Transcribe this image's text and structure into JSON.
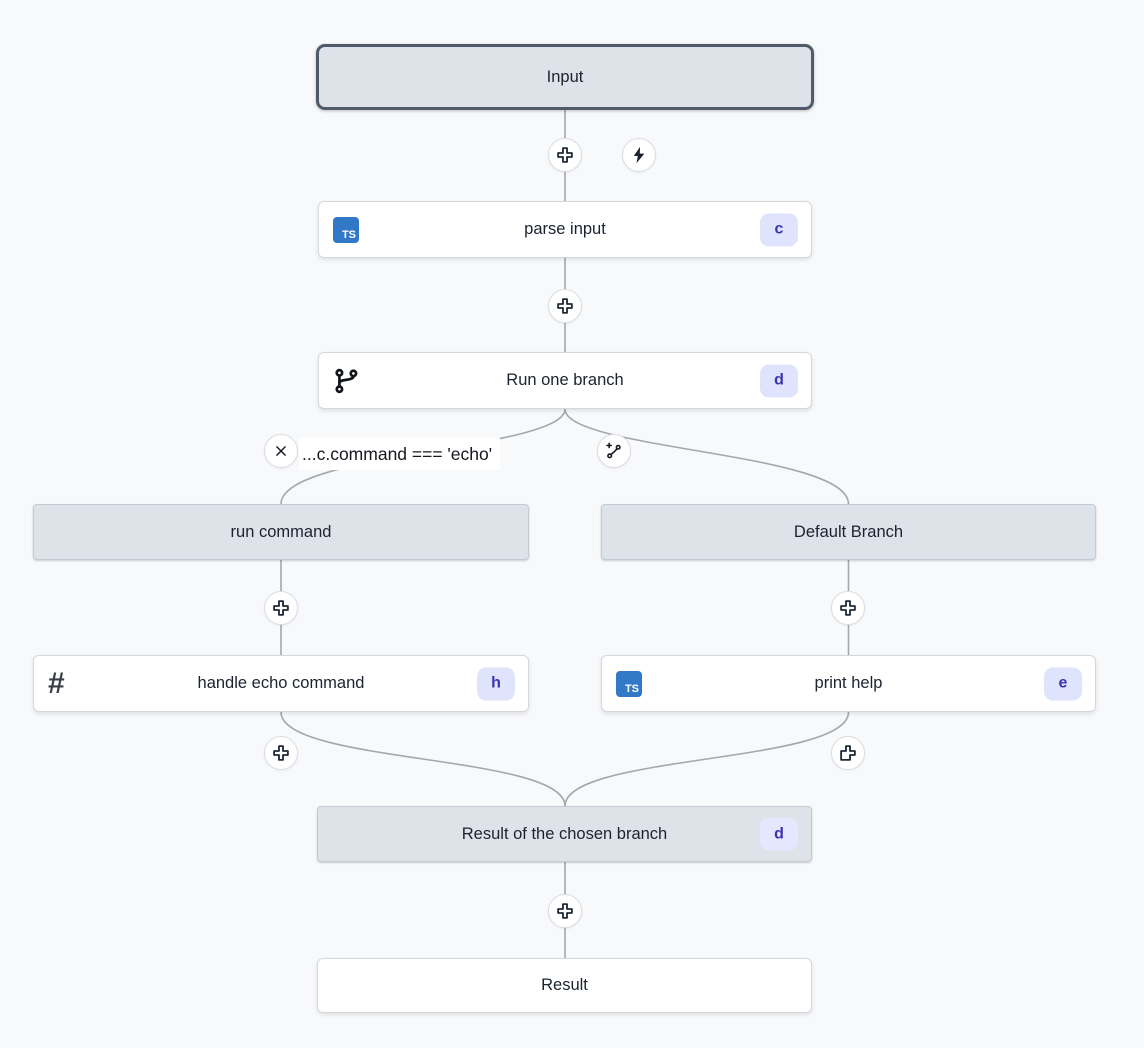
{
  "flow": {
    "input": {
      "label": "Input"
    },
    "parse_input": {
      "label": "parse input",
      "badge": "c"
    },
    "run_one_branch": {
      "label": "Run one branch",
      "badge": "d"
    },
    "branch_condition": {
      "label": "...c.command === 'echo'"
    },
    "run_command": {
      "label": "run command"
    },
    "default_branch": {
      "label": "Default Branch"
    },
    "handle_echo": {
      "label": "handle echo command",
      "badge": "h"
    },
    "print_help": {
      "label": "print help",
      "badge": "e"
    },
    "result_branch": {
      "label": "Result of the chosen branch",
      "badge": "d"
    },
    "result": {
      "label": "Result"
    }
  },
  "icons": {
    "ts_label": "TS",
    "hash_glyph": "#"
  },
  "colors": {
    "canvas_background": "#f8f9fb",
    "header_box_fill": "#dde3e9",
    "input_border": "#505b69",
    "badge_background": "#dfe3fc",
    "badge_text": "#3b34ae",
    "ts_blue": "#3178c6",
    "edge_stroke": "#a3a8ae"
  }
}
